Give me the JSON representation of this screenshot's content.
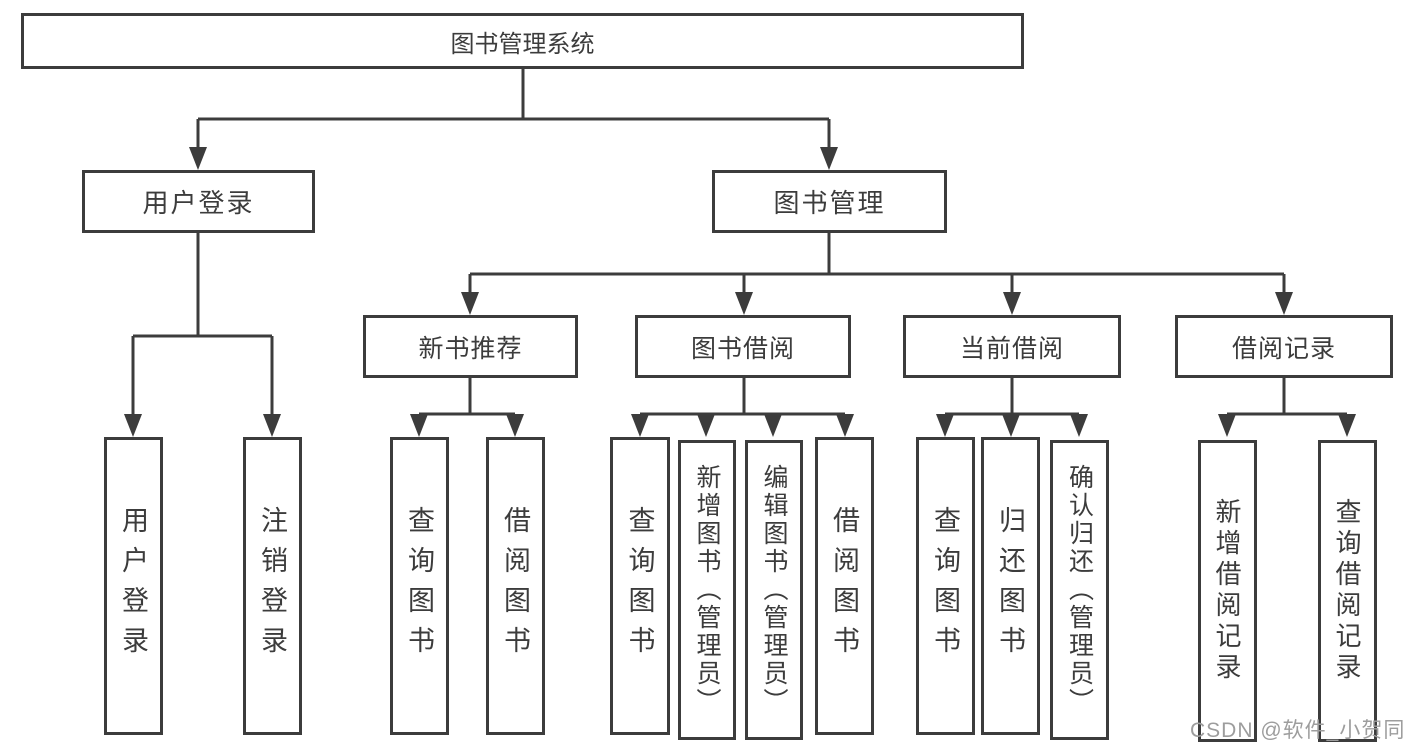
{
  "tree": {
    "root": "图书管理系统",
    "level2": [
      "用户登录",
      "图书管理"
    ],
    "level3": [
      "新书推荐",
      "图书借阅",
      "当前借阅",
      "借阅记录"
    ],
    "leaves": {
      "user_login": [
        "用户登录",
        "注销登录"
      ],
      "new_book": [
        "查询图书",
        "借阅图书"
      ],
      "book_borrow": [
        "查询图书",
        "新增图书（管理员）",
        "编辑图书（管理员）",
        "借阅图书"
      ],
      "current_borrow": [
        "查询图书",
        "归还图书",
        "确认归还（管理员）"
      ],
      "borrow_record": [
        "新增借阅记录",
        "查询借阅记录"
      ]
    },
    "watermark": "CSDN @软件_小贺同学",
    "colors": {
      "line": "#3c3c3c",
      "text": "#3c3c3c",
      "watermark": "#9d9d9d",
      "background": "#ffffff"
    }
  }
}
